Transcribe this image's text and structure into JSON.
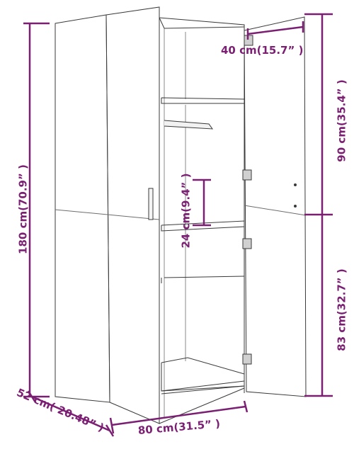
{
  "colors": {
    "dimension": "#7b1f73",
    "outline": "#3a3a3a",
    "panel_line": "#6d6d6d"
  },
  "dimensions": {
    "total_height": "180 cm(70.9” )",
    "depth": "52 cm( 20.48” )",
    "width": "80 cm(31.5” )",
    "inner_depth": "40 cm(15.7” )",
    "upper_height": "90 cm(35.4” )",
    "shelf_gap": "24 cm(9.4” )",
    "lower_height": "83 cm(32.7” )"
  },
  "icons": {
    "hinge": "hinge-icon",
    "handle": "door-handle-icon",
    "rail": "hanging-rail-icon"
  }
}
